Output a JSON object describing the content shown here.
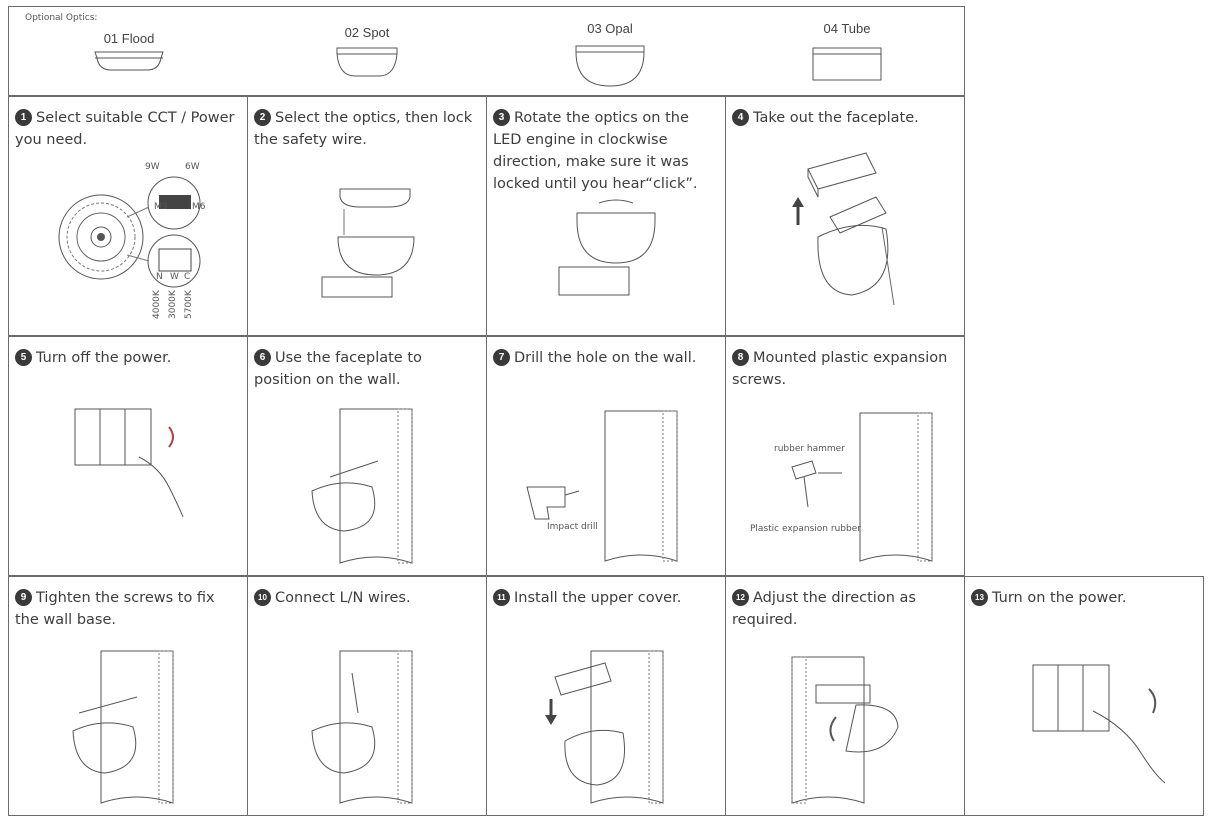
{
  "optics": {
    "label": "Optional Optics:",
    "items": [
      {
        "name": "01 Flood"
      },
      {
        "name": "02 Spot"
      },
      {
        "name": "03 Opal"
      },
      {
        "name": "04 Tube"
      }
    ]
  },
  "steps": [
    {
      "num": "1",
      "text": "Select suitable CCT / Power you need."
    },
    {
      "num": "2",
      "text": "Select the optics, then lock the safety wire."
    },
    {
      "num": "3",
      "text": "Rotate the optics on the LED engine in clockwise direction, make sure it was locked until you hear“click”."
    },
    {
      "num": "4",
      "text": "Take out the faceplate."
    },
    {
      "num": "5",
      "text": "Turn off the power."
    },
    {
      "num": "6",
      "text": "Use the faceplate to position on the wall."
    },
    {
      "num": "7",
      "text": "Drill the hole on the wall."
    },
    {
      "num": "8",
      "text": "Mounted plastic expansion screws."
    },
    {
      "num": "9",
      "text": "Tighten the screws to fix the wall base."
    },
    {
      "num": "10",
      "text": "Connect L/N wires."
    },
    {
      "num": "11",
      "text": "Install the upper cover."
    },
    {
      "num": "12",
      "text": "Adjust the direction as required."
    },
    {
      "num": "13",
      "text": "Turn on the power."
    }
  ],
  "step1_labels": {
    "w9": "9W",
    "w6": "6W",
    "m9": "M9",
    "m6": "M6",
    "n": "N",
    "w": "W",
    "c": "C",
    "k4000": "4000K",
    "k3000": "3000K",
    "k5700": "5700K"
  },
  "step7_labels": {
    "drill": "Impact drill"
  },
  "step8_labels": {
    "hammer": "rubber hammer",
    "rubber": "Plastic expansion rubber"
  }
}
